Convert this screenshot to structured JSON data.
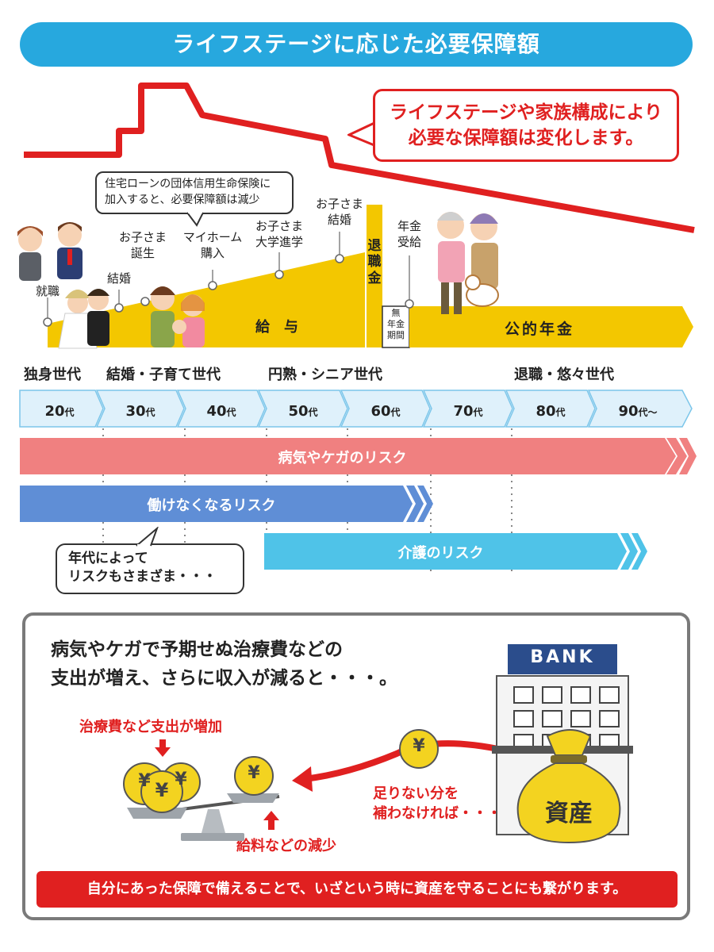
{
  "title": "ライフステージに応じた必要保障額",
  "callout_main": [
    "ライフステージや家族構成により",
    "必要な保障額は変化します。"
  ],
  "callout_loan": [
    "住宅ローンの団体信用生命保険に",
    "加入すると、必要保障額は減少"
  ],
  "events": {
    "shushoku": "就職",
    "kekkon": "結婚",
    "tanjo": [
      "お子さま",
      "誕生"
    ],
    "my_home": [
      "マイホーム",
      "購入"
    ],
    "daigaku": [
      "お子さま",
      "大学進学"
    ],
    "kodomo_kekkon": [
      "お子さま",
      "結婚"
    ],
    "nenkin": [
      "年金",
      "受給"
    ]
  },
  "band_labels": {
    "kyuyo": "給　与",
    "taishokukin": [
      "退",
      "職",
      "金"
    ],
    "mu_nenkin": [
      "無",
      "年金",
      "期間"
    ],
    "koteki_nenkin": "公的年金"
  },
  "eras": [
    "独身世代",
    "結婚・子育て世代",
    "円熟・シニア世代",
    "退職・悠々世代"
  ],
  "ages": [
    {
      "num": "20",
      "unit": "代"
    },
    {
      "num": "30",
      "unit": "代"
    },
    {
      "num": "40",
      "unit": "代"
    },
    {
      "num": "50",
      "unit": "代"
    },
    {
      "num": "60",
      "unit": "代"
    },
    {
      "num": "70",
      "unit": "代"
    },
    {
      "num": "80",
      "unit": "代"
    },
    {
      "num": "90",
      "unit": "代～"
    }
  ],
  "risks": {
    "byoki": "病気やケガのリスク",
    "hatarake": "働けなくなるリスク",
    "kaigo": "介護のリスク"
  },
  "callout_age": [
    "年代によって",
    "リスクもさまざま・・・"
  ],
  "panel": {
    "heading": [
      "病気やケガで予期せぬ治療費などの",
      "支出が増え、さらに収入が減ると・・・。"
    ],
    "shishutsu": "治療費など支出が増加",
    "kyuryo": "給料などの減少",
    "tarinai": [
      "足りない分を",
      "補わなければ・・・"
    ],
    "bank": "BANK",
    "shisan": "資産",
    "yen": "¥",
    "conclusion": "自分にあった保障で備えることで、いざという時に資産を守ることにも繋がります。"
  },
  "colors": {
    "title_blue": "#27a8de",
    "red": "#e02020",
    "yellow": "#f3c700",
    "pink": "#f08080",
    "blue_risk": "#5f8ed6",
    "cyan_risk": "#4fc3e8",
    "timeline": "#dff1fb"
  }
}
